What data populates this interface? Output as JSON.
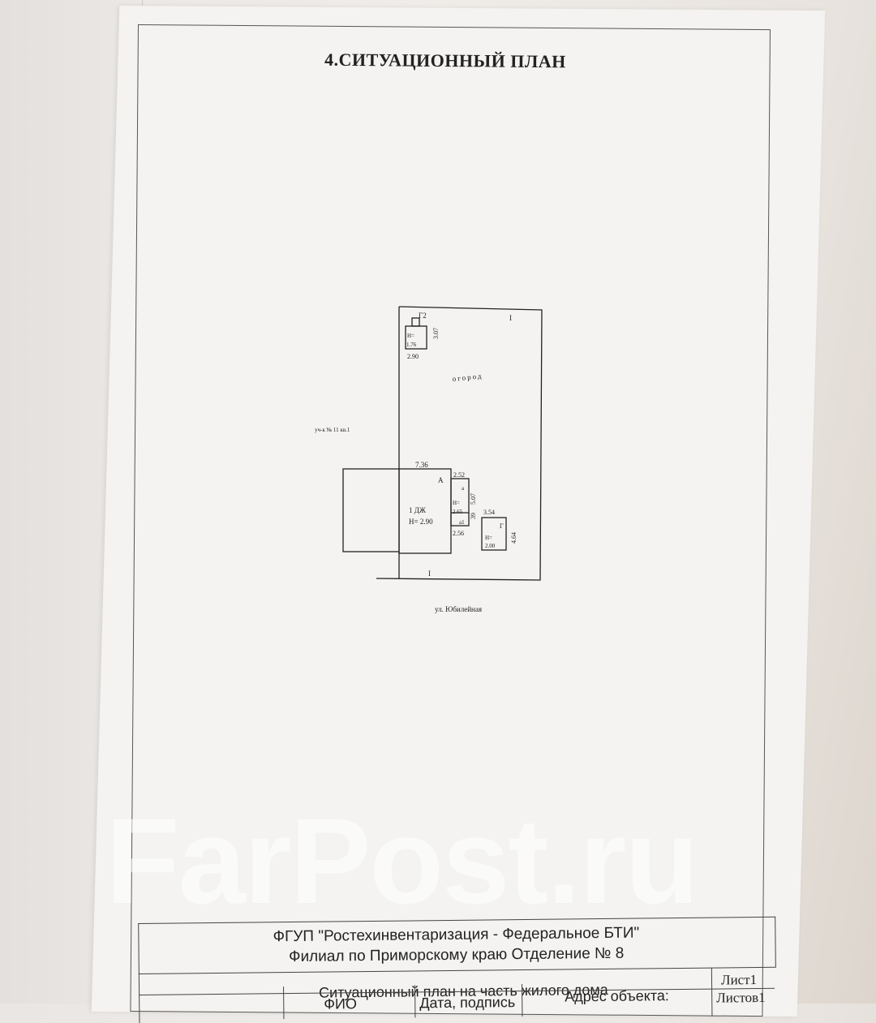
{
  "document": {
    "title": "4.СИТУАЦИОННЫЙ ПЛАН",
    "watermark": "FarPost.ru"
  },
  "plan": {
    "labels": {
      "g2": "Г2",
      "sector_i_top": "I",
      "h_small": "Н=",
      "h_small_val": "1.76",
      "dim_307": "3.07",
      "dim_290_top": "2.90",
      "garden": "огород",
      "neighbor_plot": "уч-к № 11 кв.1",
      "dim_736": "7.36",
      "house_letter": "А",
      "dim_252": "2.52",
      "letter_a_lower_1": "а",
      "letter_a_lower_2": "а1",
      "house_label": "1 ДЖ",
      "house_height": "Н= 2.90",
      "h_annex": "Н=",
      "h_annex_val": "2.65",
      "dim_507": "5.07",
      "dim_39": "39",
      "dim_256": "2.56",
      "dim_354": "3.54",
      "letter_g": "Г",
      "h_g": "Н=",
      "h_g_val": "2.00",
      "dim_464": "4.64",
      "sector_i_bottom": "I",
      "street": "ул. Юбилейная"
    }
  },
  "stamp": {
    "org_line1": "ФГУП \"Ростехинвентаризация - Федеральное БТИ\"",
    "org_line2": "Филиал по Приморскому краю Отделение № 8",
    "doc_title": "Ситуационный план на часть жилого дома",
    "col_fio": "ФИО",
    "col_date": "Дата, подпись",
    "col_address": "Адрес объекта:",
    "sheet": "Лист1",
    "sheets": "Листов1"
  }
}
